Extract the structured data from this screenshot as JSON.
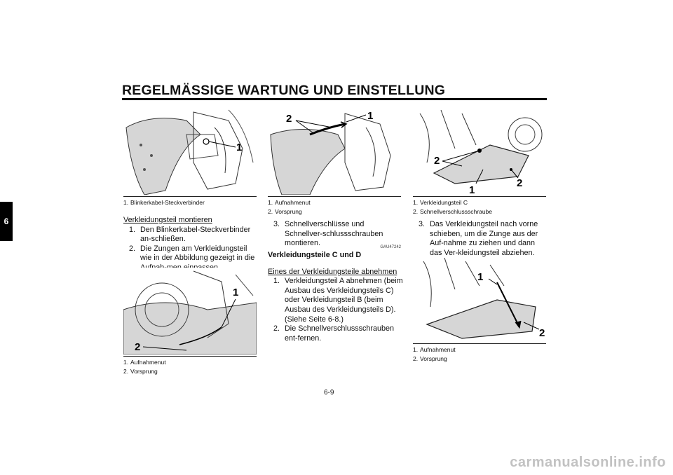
{
  "header": {
    "title": "REGELMÄSSIGE WARTUNG UND EINSTELLUNG"
  },
  "chapter_tab": "6",
  "col1": {
    "fig1": {
      "callouts": [
        "1"
      ],
      "captions": [
        {
          "n": "1.",
          "t": "Blinkerkabel-Steckverbinder"
        }
      ]
    },
    "section_title": "Verkleidungsteil montieren",
    "steps": [
      {
        "n": "1.",
        "t": "Den Blinkerkabel-Steckverbinder an-schließen."
      },
      {
        "n": "2.",
        "t": "Die Zungen am Verkleidungsteil wie in der Abbildung gezeigt in die Aufnah-men einpassen."
      }
    ],
    "fig2": {
      "callouts": [
        "1",
        "2"
      ],
      "captions": [
        {
          "n": "1.",
          "t": "Aufnahmenut"
        },
        {
          "n": "2.",
          "t": "Vorsprung"
        }
      ]
    }
  },
  "col2": {
    "fig3": {
      "callouts": [
        "2",
        "1"
      ],
      "captions": [
        {
          "n": "1.",
          "t": "Aufnahmenut"
        },
        {
          "n": "2.",
          "t": "Vorsprung"
        }
      ]
    },
    "step3": {
      "n": "3.",
      "t": "Schnellverschlüsse und Schnellver-schlussschrauben montieren."
    },
    "code": "GAU47242",
    "heading": "Verkleidungsteile C und D",
    "section_title": "Eines der Verkleidungsteile abnehmen",
    "steps": [
      {
        "n": "1.",
        "t": "Verkleidungsteil A abnehmen (beim Ausbau des Verkleidungsteils C) oder Verkleidungsteil B (beim Ausbau des Verkleidungsteils D). (Siehe Seite 6-8.)"
      },
      {
        "n": "2.",
        "t": "Die Schnellverschlussschrauben ent-fernen."
      }
    ]
  },
  "col3": {
    "fig4": {
      "callouts": [
        "2",
        "1",
        "2"
      ],
      "captions": [
        {
          "n": "1.",
          "t": "Verkleidungsteil C"
        },
        {
          "n": "2.",
          "t": "Schnellverschlussschraube"
        }
      ]
    },
    "step3": {
      "n": "3.",
      "t": "Das Verkleidungsteil nach vorne schieben, um die Zunge aus der Auf-nahme zu ziehen und dann das Ver-kleidungsteil abziehen."
    },
    "fig5": {
      "callouts": [
        "1",
        "2"
      ],
      "captions": [
        {
          "n": "1.",
          "t": "Aufnahmenut"
        },
        {
          "n": "2.",
          "t": "Vorsprung"
        }
      ]
    }
  },
  "page_number": "6-9",
  "footer": {
    "watermark": "carmanualsonline.info"
  }
}
